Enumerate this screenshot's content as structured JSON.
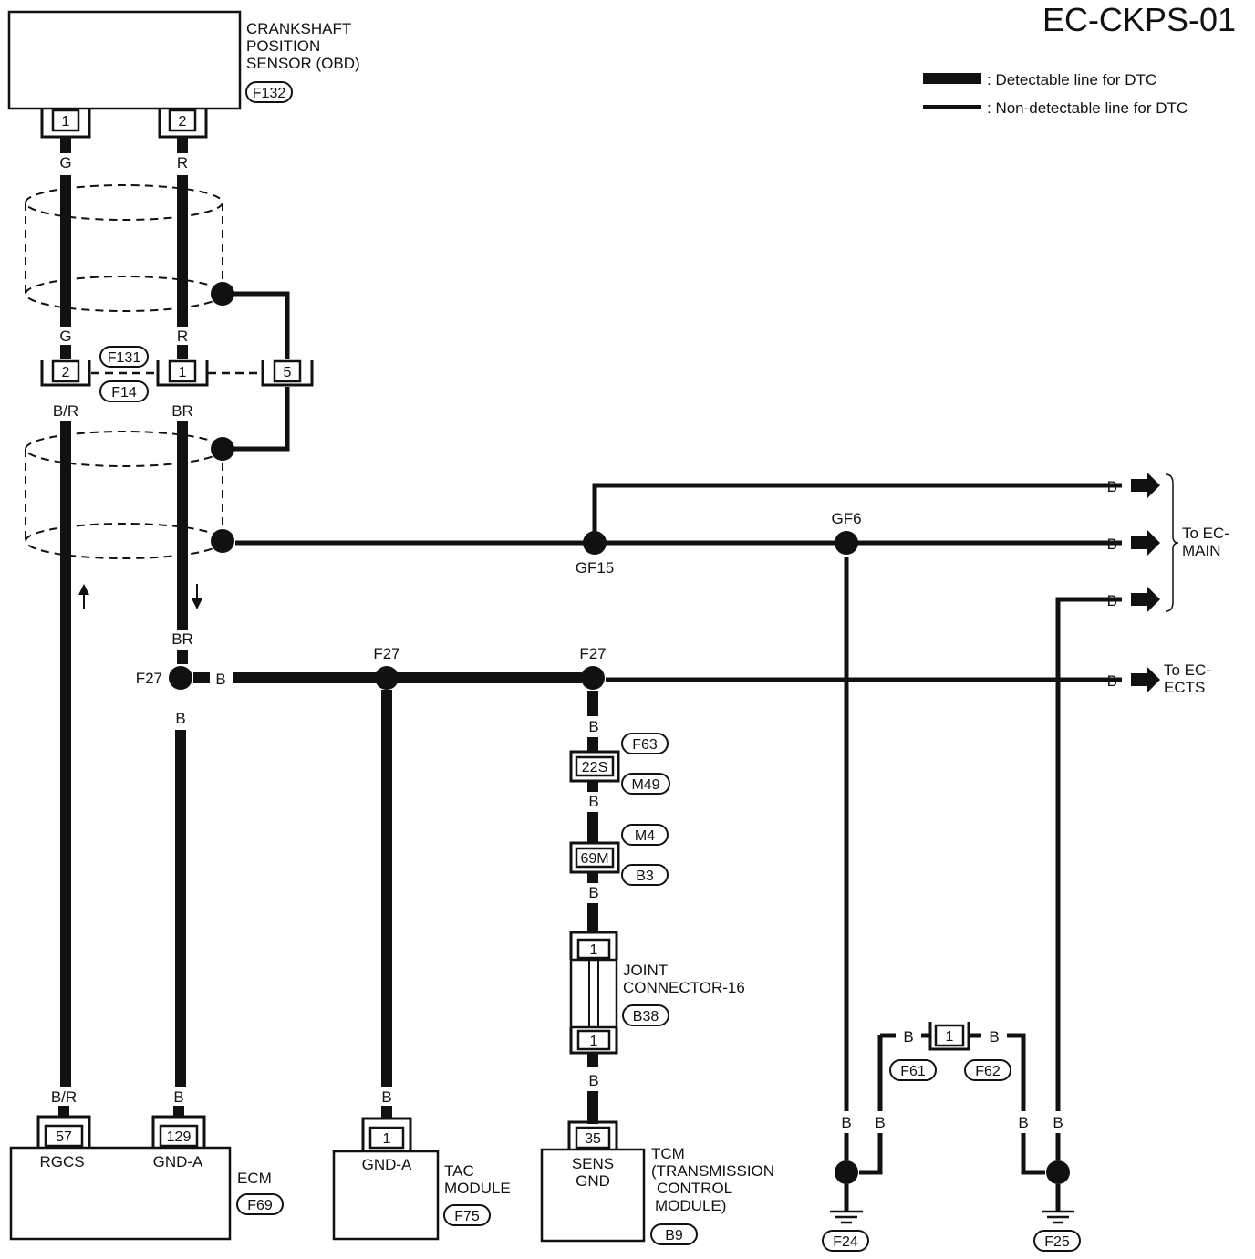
{
  "title": "EC-CKPS-01",
  "legend": {
    "detectable": ": Detectable line for DTC",
    "non_detectable": ": Non-detectable line for DTC"
  },
  "sensor": {
    "name_line1": "CRANKSHAFT",
    "name_line2": "POSITION",
    "name_line3": "SENSOR (OBD)",
    "connector": "F132",
    "pin1": "1",
    "pin2": "2"
  },
  "wires": {
    "g": "G",
    "r": "R",
    "br_slash": "B/R",
    "br": "BR",
    "b": "B"
  },
  "inline_connector": {
    "pin_left": "2",
    "pin_right": "1",
    "pin_shield": "5",
    "conn_top": "F131",
    "conn_bottom": "F14"
  },
  "junctions": {
    "gf15": "GF15",
    "gf6": "GF6",
    "f27": "F27"
  },
  "right_side": {
    "to_main_line1": "To EC-",
    "to_main_line2": "MAIN",
    "to_ects_line1": "To EC-",
    "to_ects_line2": "ECTS"
  },
  "tcm_path": {
    "conn_f63": "F63",
    "conn_m49": "M49",
    "pin_22s": "22S",
    "conn_m4": "M4",
    "pin_69m": "69M",
    "conn_b3": "B3",
    "joint_pin_top": "1",
    "joint_pin_bottom": "1",
    "joint_line1": "JOINT",
    "joint_line2": "CONNECTOR-16",
    "joint_conn": "B38"
  },
  "ground_path": {
    "pin": "1",
    "conn_f61": "F61",
    "conn_f62": "F62",
    "ground_f24": "F24",
    "ground_f25": "F25"
  },
  "ecm": {
    "pin57": "57",
    "pin129": "129",
    "label_rgcs": "RGCS",
    "label_gnda": "GND-A",
    "name": "ECM",
    "connector": "F69"
  },
  "tac": {
    "pin": "1",
    "label": "GND-A",
    "name_line1": "TAC",
    "name_line2": "MODULE",
    "connector": "F75"
  },
  "tcm": {
    "pin": "35",
    "label_line1": "SENS",
    "label_line2": "GND",
    "name_line1": "TCM",
    "name_line2": "(TRANSMISSION",
    "name_line3": "CONTROL",
    "name_line4": "MODULE)",
    "connector": "B9"
  }
}
